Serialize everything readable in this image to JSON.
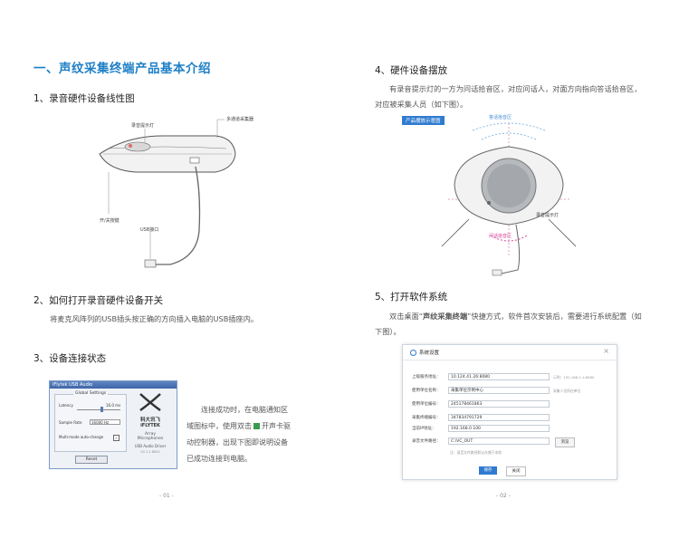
{
  "page_title": "一、声纹采集终端产品基本介绍",
  "left": {
    "s1": {
      "heading": "1、录音硬件设备线性图",
      "labels": {
        "light": "录音提示灯",
        "mic": "多通道采集器",
        "button": "开/关按键",
        "usb": "USB接口"
      }
    },
    "s2": {
      "heading": "2、如何打开录音硬件设备开关",
      "text": "将麦克风阵列的USB插头按正确的方向插入电脑的USB插座内。"
    },
    "s3": {
      "heading": "3、设备连接状态",
      "text_lines": [
        "连接成功时，在电脑通知区",
        "域图标中，使用双击",
        "开声卡驱",
        "动控制器，出现下图即说明设备",
        "已成功连接到电脑。"
      ]
    },
    "usb_dialog": {
      "title": "iFlytek USB Audio",
      "group": "Global Settings",
      "latency_label": "Latency",
      "latency_value": "16.0 ms",
      "sample_label": "Sample Rate",
      "sample_value": "16000 Hz",
      "multimode_label": "Multi-mode auto-change",
      "reset": "Reset",
      "brand_cn": "科大讯飞",
      "brand_en": "iFLYTEK",
      "line1": "Array",
      "line2": "Microphones",
      "line3": "USB Audio Driver",
      "version": "V2.1.1.8001"
    },
    "page_number": "- 01 -"
  },
  "right": {
    "s4": {
      "heading": "4、硬件设备摆放",
      "text": "有录音提示灯的一方为问话拾音区，对应问话人，对面方向指向答话拾音区，对应被采集人员（如下图）。",
      "tag": "产品摆放示意图",
      "zone_top": "答话拾音区",
      "zone_bottom": "问话拾音区",
      "light": "录音提示灯"
    },
    "s5": {
      "heading": "5、打开软件系统",
      "text_before": "双击桌面“",
      "text_bold": "声纹采集终端",
      "text_after": "”快捷方式，软件首次安装后，需要进行系统配置（如下图）。"
    },
    "settings": {
      "title": "系统设置",
      "fields": [
        {
          "label": "上级服务地址：",
          "value": "10.124.41.26:8080",
          "hint": "示例：192.168.1.1:8080"
        },
        {
          "label": "使用单位名称：",
          "value": "采集单位示例中心",
          "hint": "采集人员所在单位"
        },
        {
          "label": "使用单位编号：",
          "value": "245178461863",
          "hint": ""
        },
        {
          "label": "采集终端编号：",
          "value": "347834791729",
          "hint": ""
        },
        {
          "label": "当前IP地址：",
          "value": "192.168.0.100",
          "hint": ""
        },
        {
          "label": "录音文件路径：",
          "value": "C:\\VC_OUT",
          "hint": ""
        }
      ],
      "browse": "浏览",
      "note": "注：录音文件路径默认存储于本地",
      "ok": "保存",
      "cancel": "关闭"
    },
    "page_number": "- 02 -"
  },
  "colors": {
    "accent": "#1e7fc6",
    "pink": "#d6459a",
    "tag_bg": "#2f7bd0"
  }
}
